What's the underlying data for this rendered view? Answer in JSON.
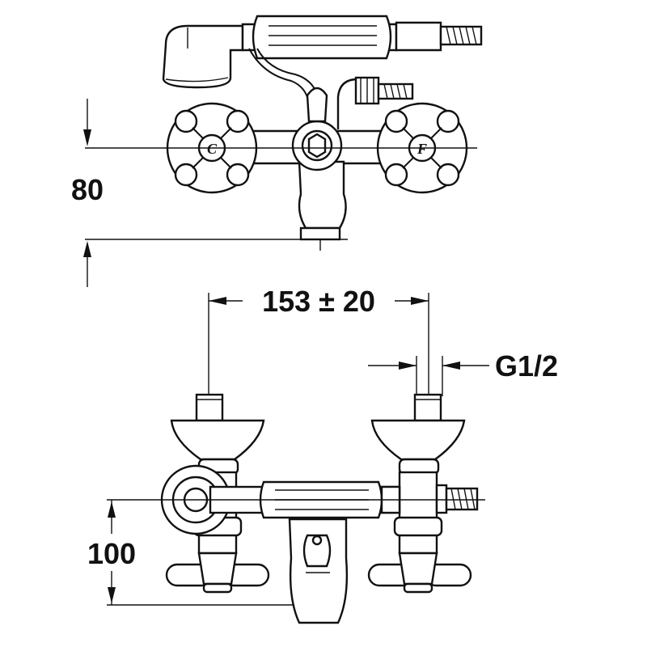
{
  "dimensions": {
    "height_top": "80",
    "center_distance": "153 ± 20",
    "thread": "G1/2",
    "height_bottom": "100"
  },
  "handle_marks": {
    "cold": "C",
    "hot": "F"
  },
  "colors": {
    "line": "#111111",
    "background": "#ffffff"
  }
}
